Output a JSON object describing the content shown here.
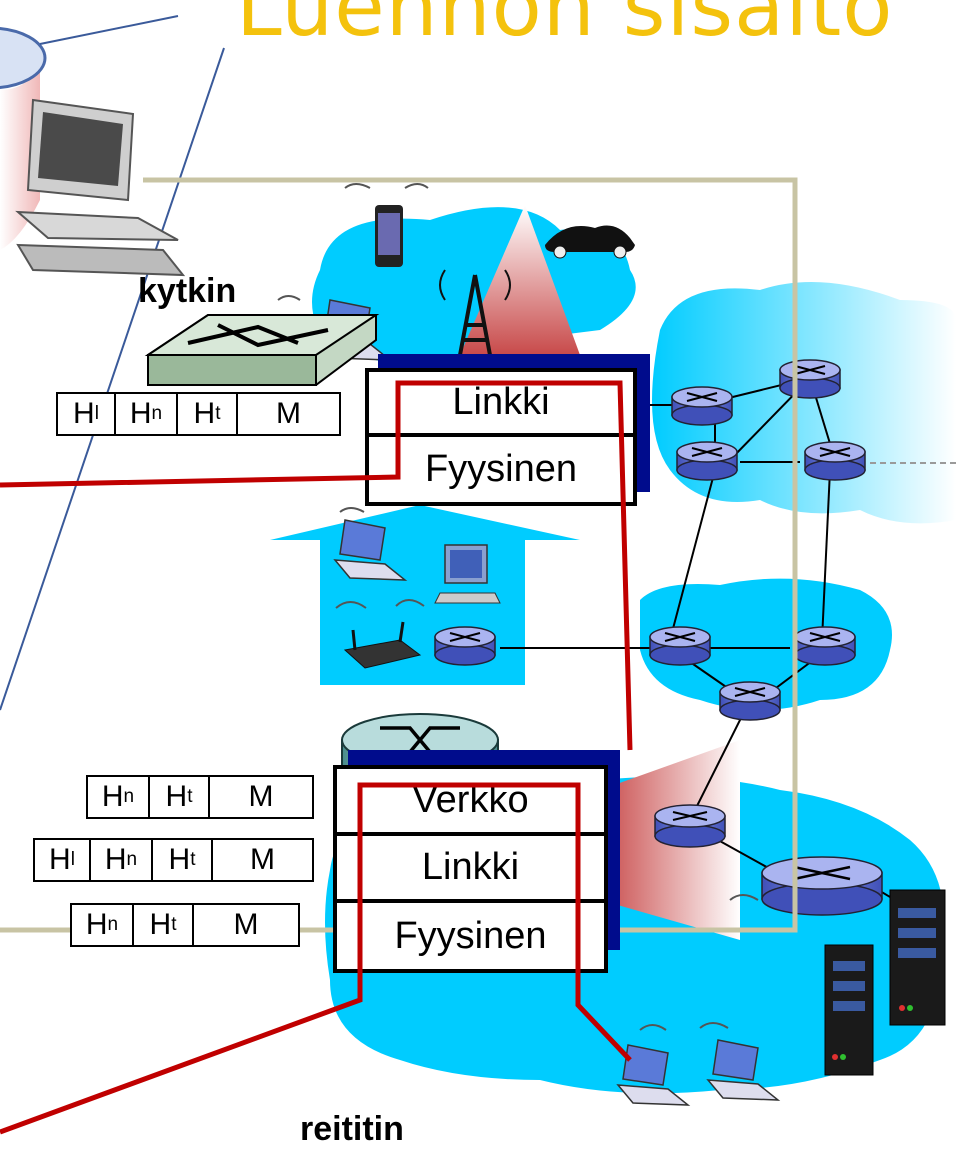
{
  "title": "Luennon sisältö",
  "switch_label": "kytkin",
  "router_label": "reititin",
  "top_stack": {
    "layers": [
      "Linkki",
      "Fyysinen"
    ]
  },
  "bottom_stack": {
    "layers": [
      "Verkko",
      "Linkki",
      "Fyysinen"
    ]
  },
  "header_rows": [
    {
      "cells": [
        {
          "base": "H",
          "sub": "l"
        },
        {
          "base": "H",
          "sub": "n"
        },
        {
          "base": "H",
          "sub": "t"
        },
        {
          "base": "M",
          "sub": ""
        }
      ]
    },
    {
      "cells": [
        {
          "base": "H",
          "sub": "n"
        },
        {
          "base": "H",
          "sub": "t"
        },
        {
          "base": "M",
          "sub": ""
        }
      ]
    },
    {
      "cells": [
        {
          "base": "H",
          "sub": "l"
        },
        {
          "base": "H",
          "sub": "n"
        },
        {
          "base": "H",
          "sub": "t"
        },
        {
          "base": "M",
          "sub": ""
        }
      ]
    },
    {
      "cells": [
        {
          "base": "H",
          "sub": "n"
        },
        {
          "base": "H",
          "sub": "t"
        },
        {
          "base": "M",
          "sub": ""
        }
      ]
    }
  ],
  "colors": {
    "title": "#f4c20d",
    "cloud": "#00ccff",
    "path": "#c00000",
    "frame": "#c8c4a4",
    "stack_shadow": "#000c8c",
    "router_top": "#aab4f0",
    "router_side": "#5060c8"
  }
}
